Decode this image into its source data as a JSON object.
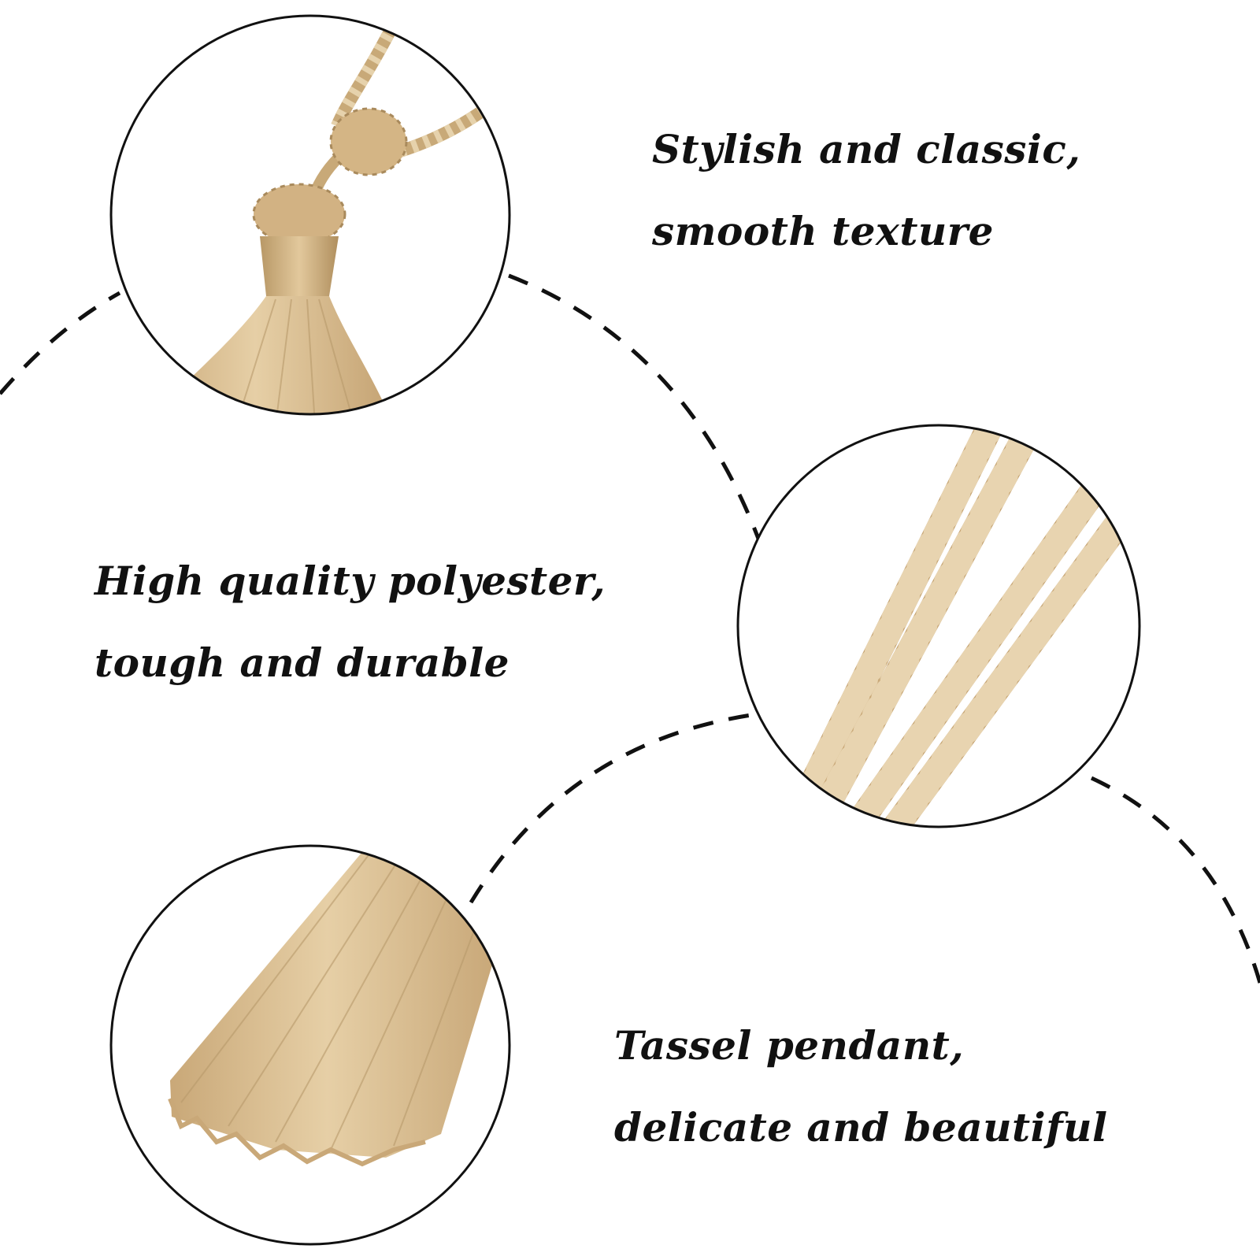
{
  "palette": {
    "background": "#ffffff",
    "ink": "#111111",
    "rope": "#d2b48c",
    "rope_light": "#e8d4b0",
    "rope_dark": "#a98a5c"
  },
  "features": [
    {
      "id": "knot",
      "icon": "rope-knot-icon",
      "lines": [
        "Stylish and classic,",
        "smooth texture"
      ]
    },
    {
      "id": "cord",
      "icon": "twisted-cord-icon",
      "lines": [
        "High quality polyester,",
        "tough and durable"
      ]
    },
    {
      "id": "tassel",
      "icon": "tassel-fringe-icon",
      "lines": [
        "Tassel pendant,",
        "delicate and beautiful"
      ]
    }
  ]
}
